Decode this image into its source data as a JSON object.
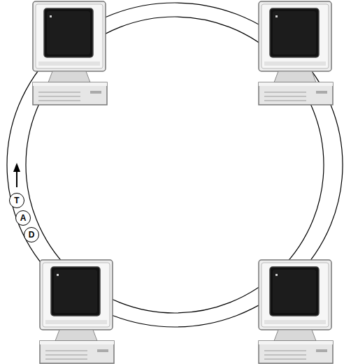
{
  "diagram": {
    "nodes": [
      {
        "text": [
          "T"
        ]
      },
      {
        "text": [
          "A"
        ]
      },
      {
        "text": [
          "D"
        ]
      }
    ]
  }
}
